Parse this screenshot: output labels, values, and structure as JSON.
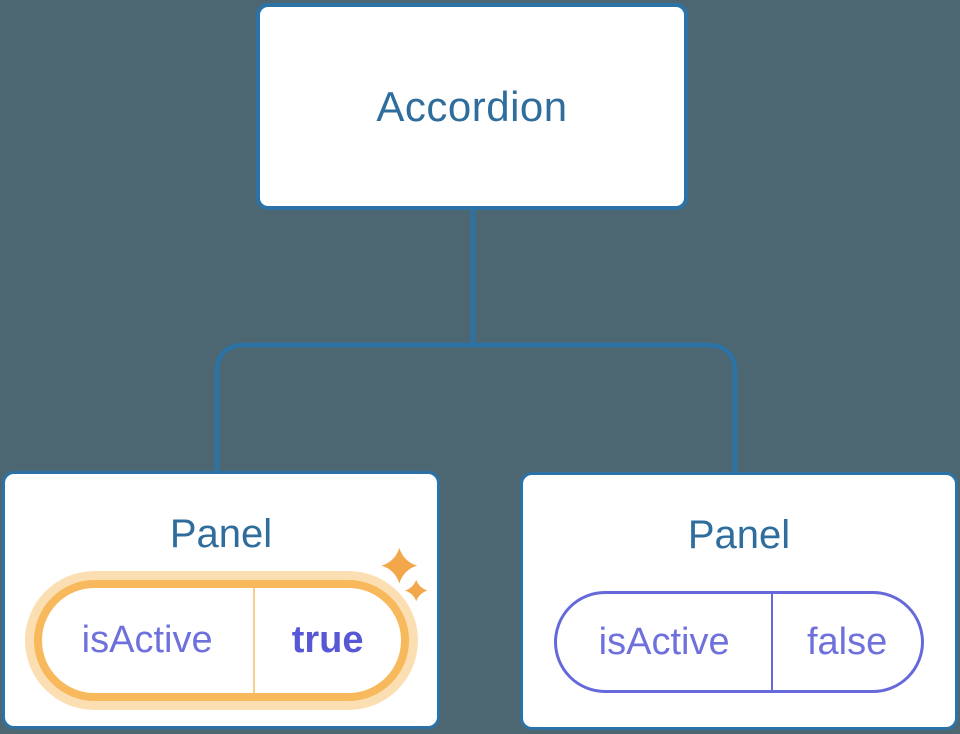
{
  "diagram": {
    "description": "React component tree showing an Accordion parent passing isActive state to two Panel children",
    "root": {
      "label": "Accordion"
    },
    "panels": [
      {
        "title": "Panel",
        "state": {
          "key": "isActive",
          "value": "true"
        },
        "highlighted": true,
        "decoration": "sparkles-icon"
      },
      {
        "title": "Panel",
        "state": {
          "key": "isActive",
          "value": "false"
        },
        "highlighted": false,
        "decoration": null
      }
    ],
    "colors": {
      "background": "#4C6772",
      "node_fill": "#FFFFFF",
      "node_border_blue": "#2B73A6",
      "connector_blue": "#2B73A6",
      "label_blue": "#2F6D9D",
      "state_purple": "#6E70DC",
      "state_purple_bold": "#5857D6",
      "pill_purple_border": "#6569DA",
      "highlight_orange": "#F8B85C",
      "highlight_orange_glow": "#FBDFB2",
      "highlight_orange_divider": "#F8CD8D",
      "sparkle_orange": "#F3A74B"
    }
  }
}
